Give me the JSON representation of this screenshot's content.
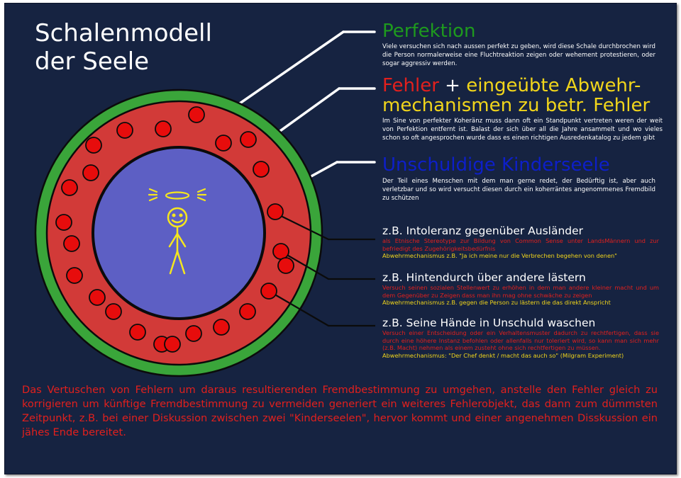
{
  "title": "Schalenmodell\nder Seele",
  "layers": {
    "perfektion": {
      "heading": "Perfektion",
      "description": "Viele versuchen sich nach aussen perfekt zu geben, wird diese Schale durchbrochen wird die Person normalerweise eine Fluchtreaktion zeigen oder wehement protestieren, oder sogar aggressiv werden.",
      "color": "#1e9a1e"
    },
    "fehler": {
      "heading_part1": "Fehler",
      "heading_plus": " + ",
      "heading_part2": "eingeübte Abwehr-",
      "heading_line2": "mechanismen zu betr. Fehler",
      "description": "Im Sine von perfekter Koheränz muss dann oft ein Standpunkt vertreten weren der weit von Perfektion entfernt ist. Balast der sich über all die Jahre ansammelt und wo vieles schon so oft angesprochen wurde dass es einen richtigen Ausredenkatalog zu jedem gibt",
      "color_red": "#e2201d",
      "color_yellow": "#f1d51b"
    },
    "kinderseele": {
      "heading": "Unschuldige Kinderseele",
      "description": "Der Teil eines Menschen mit dem man gerne redet, der Bedürftig ist, aber auch verletzbar und so wird versucht diesen durch ein koherräntes angenommenes Fremdbild zu schützen",
      "color": "#0d1fc9"
    }
  },
  "examples": [
    {
      "title": "z.B. Intoleranz gegenüber Ausländer",
      "reason": "als Etnische Stereotype zur Bildung von Common Sense unter LandsMännern und zur befriedigt des Zugehörigkeitsbedürfnis",
      "defense": "Abwehrmechanismus z.B. \"Ja ich meine nur die Verbrechen begehen von denen\""
    },
    {
      "title": "z.B. Hintendurch über andere lästern",
      "reason": "Versuch seinen sozialen Stellenwert zu erhöhen in dem man andere kleiner macht und um dem Gegenüber zu Zeigen dass man ihn mag ohne schwäche zu zeigen",
      "defense": "Abwehrmechanismus z.B. gegen die Person zu lästern die das direkt Anspricht"
    },
    {
      "title": "z.B. Seine Hände in Unschuld waschen",
      "reason": "Versuch einer Entscheidung oder ein Verhaltensmuster dadurch zu rechtfertigen, dass sie durch eine höhere Instanz befohlen oder allenfalls nur toleriert wird, so kann man sich mehr (z.B. Macht) nehmen als einem zusteht ohne sich rechtfertigen zu müssen.",
      "defense": "Abwehrmechanismus: \"Der Chef denkt / macht das auch so\" (Milgram Experiment)"
    }
  ],
  "summary": "Das Vertuschen von Fehlern um daraus resultierenden Fremdbestimmung zu umgehen, anstelle den Fehler gleich zu korrigieren um künftige Fremdbestimmung zu vermeiden generiert ein weiteres Fehlerobjekt, das dann zum dümmsten Zeitpunkt, z.B. bei einer Diskussion zwischen zwei \"Kinderseelen\", hervor kommt und einer angenehmen Disskussion ein jähes Ende bereitet.",
  "colors": {
    "background": "#162341",
    "outer_ring": "#3aa53a",
    "middle_ring": "#d23a38",
    "inner_circle": "#5d5fc4",
    "error_dot": "#e70c0c",
    "figure": "#f5e61e"
  },
  "icons": [
    "angel-figure-icon",
    "halo-icon"
  ]
}
